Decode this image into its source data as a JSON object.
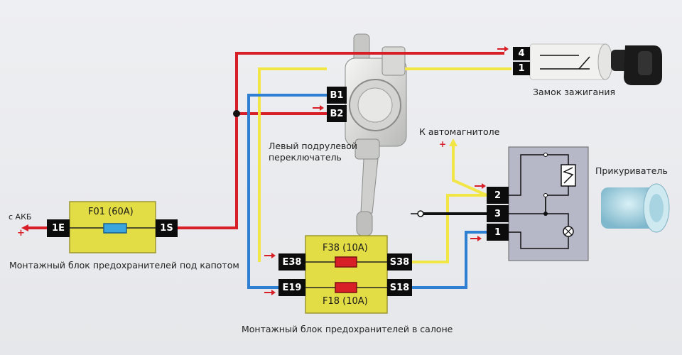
{
  "fuse_box_hood": {
    "fuse_label": "F01 (60A)",
    "pin_in": "1E",
    "pin_out": "1S",
    "caption": "Монтажный блок предохранителей под капотом",
    "battery_label": "с АКБ",
    "battery_sign": "+"
  },
  "fuse_box_cabin": {
    "fuse_top": "F38 (10A)",
    "fuse_bottom": "F18 (10A)",
    "pin_in_top": "E38",
    "pin_in_bottom": "E19",
    "pin_out_top": "S38",
    "pin_out_bottom": "S18",
    "caption": "Монтажный блок предохранителей в салоне"
  },
  "stalk_switch": {
    "pin_1": "B1",
    "pin_2": "B2",
    "caption_line1": "Левый подрулевой",
    "caption_line2": "переключатель"
  },
  "ignition_lock": {
    "pin_top": "4",
    "pin_bottom": "1",
    "caption": "Замок зажигания"
  },
  "lighter": {
    "pin_2": "2",
    "pin_3": "3",
    "pin_1": "1",
    "caption": "Прикуриватель"
  },
  "radio": {
    "caption": "К автомагнитоле",
    "sign": "+"
  },
  "wire_colors": {
    "red": "#d81e26",
    "yellow": "#f2e646",
    "blue": "#2f7fd3",
    "black": "#111111"
  }
}
